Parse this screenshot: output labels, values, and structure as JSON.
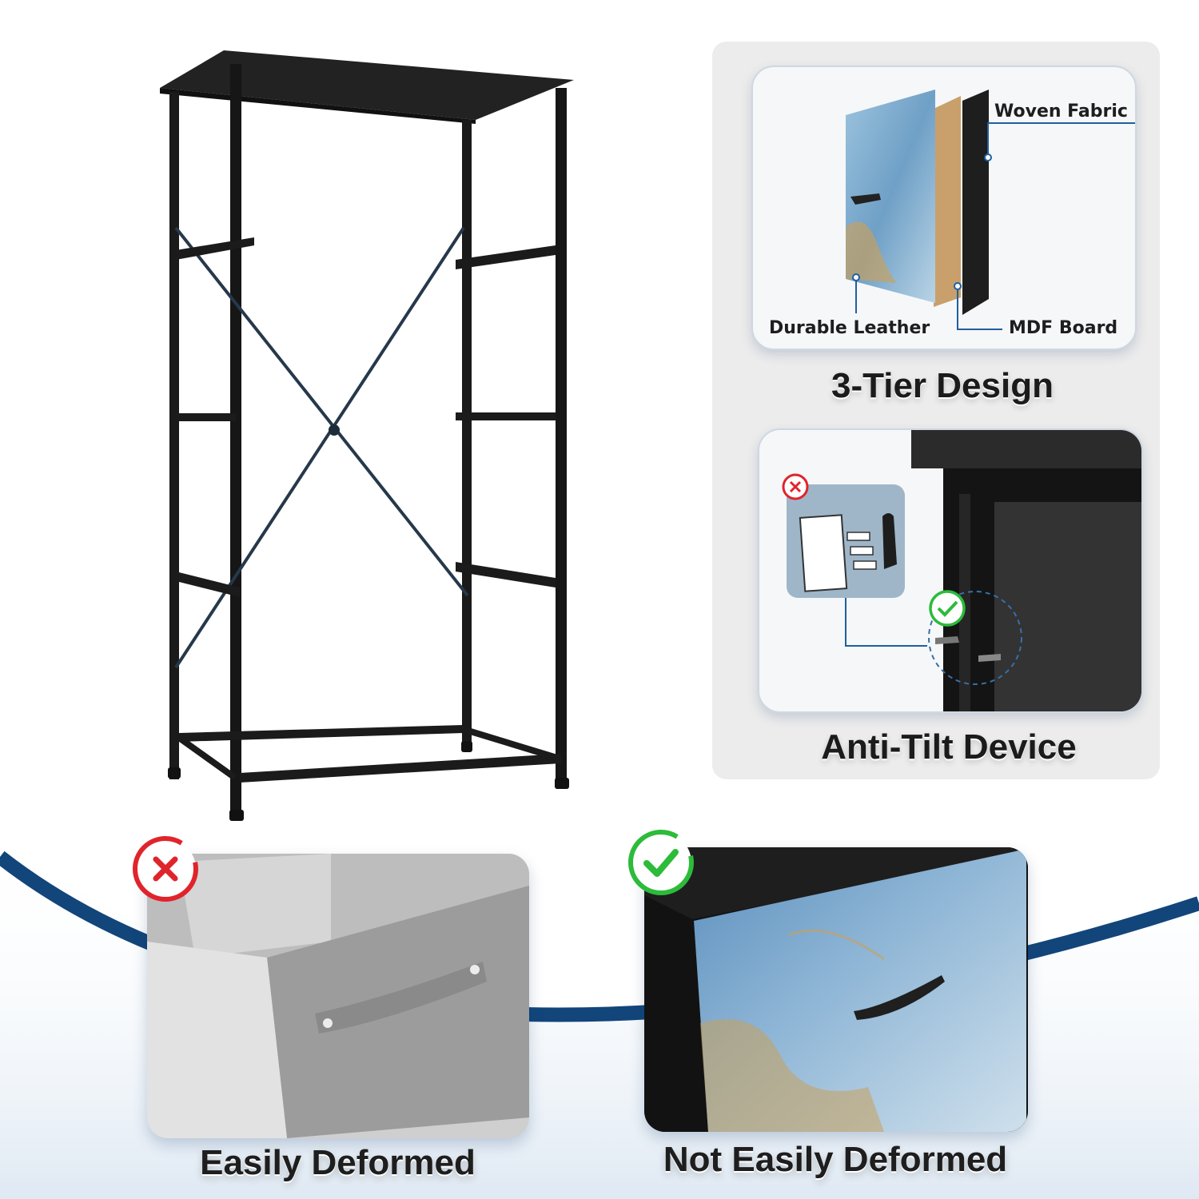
{
  "feature_panel": {
    "material_layers": {
      "woven_fabric_label": "Woven Fabric",
      "durable_leather_label": "Durable Leather",
      "mdf_board_label": "MDF Board"
    },
    "tier_design_heading": "3-Tier Design",
    "anti_tilt_heading": "Anti-Tilt Device"
  },
  "comparison": {
    "bad_caption": "Easily Deformed",
    "good_caption": "Not Easily Deformed"
  },
  "colors": {
    "navy_curve": "#12457a",
    "frame_black": "#1a1a1a",
    "fabric_blue": "#8fb6d6",
    "gold_accent": "#c9a05b",
    "bad_red": "#e0242b",
    "good_green": "#2dbb3a",
    "panel_gray": "#ececec"
  },
  "icons": {
    "bad": "x-circle-icon",
    "good": "check-circle-icon"
  }
}
